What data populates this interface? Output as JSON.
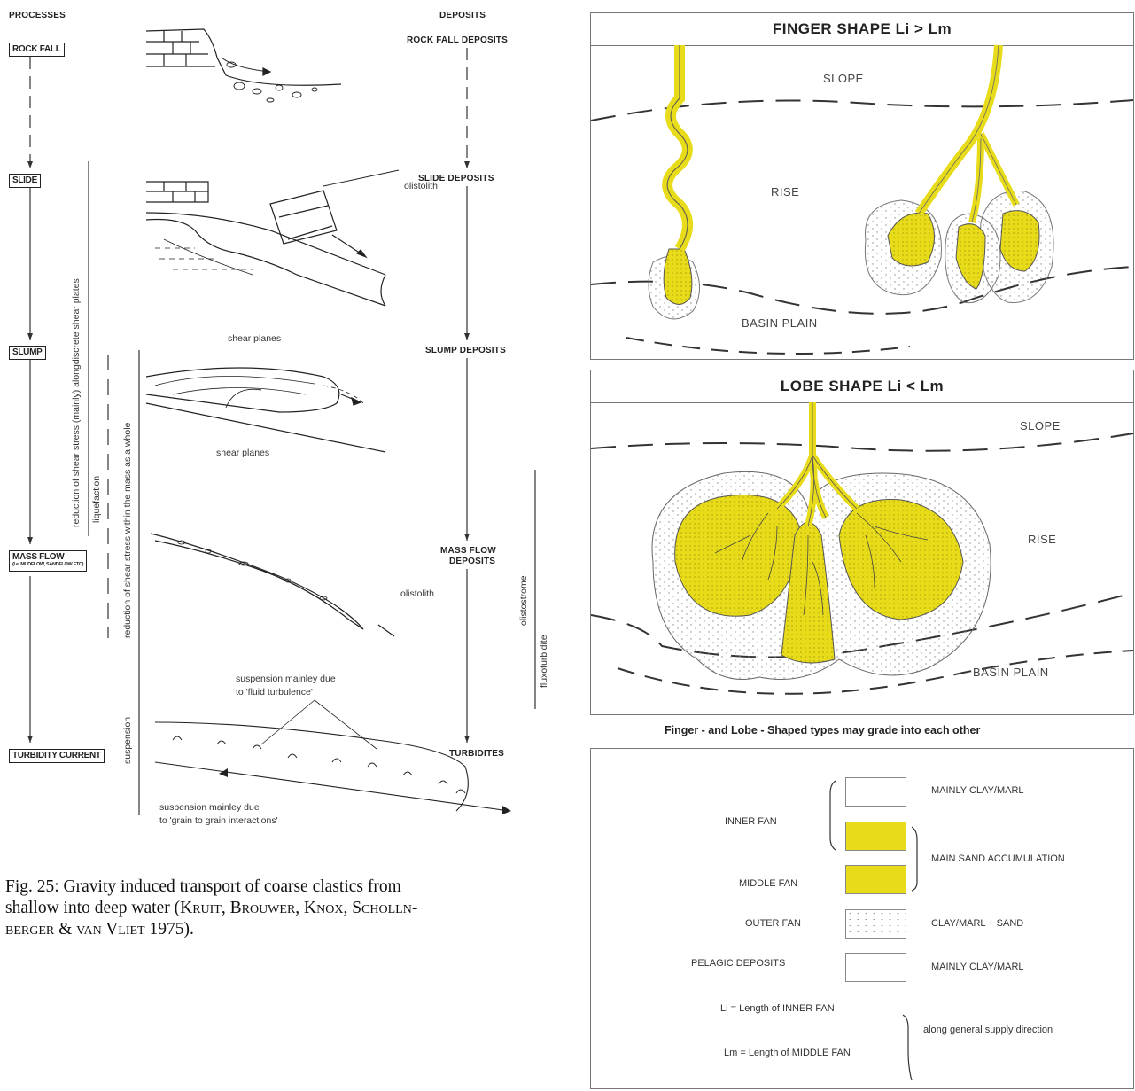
{
  "left": {
    "processes_header": "PROCESSES",
    "deposits_header": "DEPOSITS",
    "processes": [
      "ROCK FALL",
      "SLIDE",
      "SLUMP",
      "MASS FLOW",
      "TURBIDITY CURRENT"
    ],
    "mass_flow_sub": "(I.e. MUDFLOW, SANDFLOW ETC)",
    "deposits": [
      "ROCK FALL DEPOSITS",
      "SLIDE DEPOSITS",
      "SLUMP DEPOSITS",
      "MASS FLOW",
      "DEPOSITS",
      "TURBIDITES"
    ],
    "annotations": {
      "olistolith_1": "olistolith",
      "olistolith_2": "olistolith",
      "shear_planes_1": "shear planes",
      "shear_planes_2": "shear planes",
      "susp_fluid_1": "suspension mainley due",
      "susp_fluid_2": "to 'fluid turbulence'",
      "susp_grain_1": "suspension mainley due",
      "susp_grain_2": "to 'grain to grain interactions'"
    },
    "vertical": {
      "shear_stress": "reduction of shear stress (mainly) alongdiscrete shear plates",
      "liquefaction": "liquefaction",
      "within_mass": "reduction of shear stress within the mass as a whole",
      "suspension": "suspension",
      "olistostrome": "olistostrome",
      "fluxoturbidite": "fluxoturbidite"
    },
    "caption": {
      "line1": "Fig. 25: Gravity induced transport of coarse clastics from",
      "line2a": "shallow into deep water (",
      "a1": "Kruit",
      "sep1": ", ",
      "a2": "Brouwer",
      "sep2": ", ",
      "a3": "Knox",
      "sep3": ", ",
      "a4": "Scholln-",
      "line3a": "berger",
      "amp": " & ",
      "a5": "van Vliet",
      "year": " 1975)."
    }
  },
  "right": {
    "finger_title": "FINGER SHAPE  Li  > Lm",
    "lobe_title": "LOBE SHAPE  Li  < Lm",
    "zones": {
      "slope": "SLOPE",
      "rise": "RISE",
      "basin": "BASIN PLAIN"
    },
    "grade_note": "Finger - and Lobe - Shaped types may grade into each other",
    "legend": {
      "inner_fan": "INNER FAN",
      "middle_fan": "MIDDLE FAN",
      "outer_fan": "OUTER FAN",
      "pelagic": "PELAGIC DEPOSITS",
      "clay": "MAINLY CLAY/MARL",
      "main_sand": "MAIN SAND ACCUMULATION",
      "clay_sand": "CLAY/MARL + SAND",
      "clay2": "MAINLY CLAY/MARL",
      "li": "Li   = Length of INNER FAN",
      "lm": "Lm = Length of MIDDLE FAN",
      "supply": "along general supply direction"
    },
    "colors": {
      "sand": "#e8dc1a",
      "outline": "#555555"
    }
  }
}
